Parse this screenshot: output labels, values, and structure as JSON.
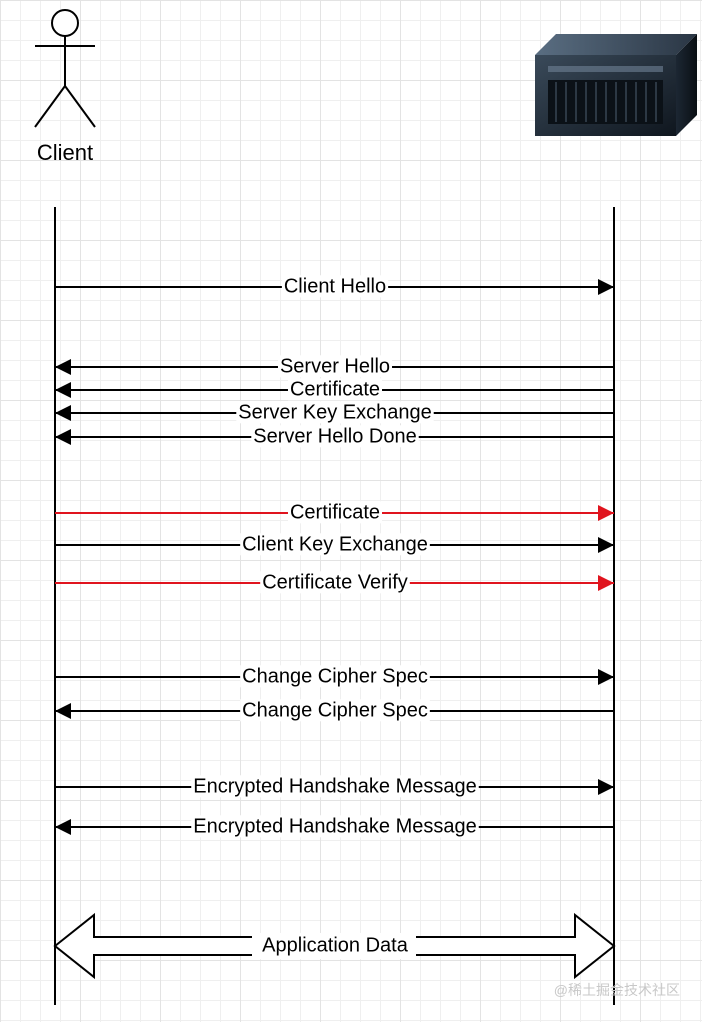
{
  "client": {
    "label": "Client"
  },
  "server": {
    "icon": "server-icon"
  },
  "colors": {
    "default": "#000000",
    "highlight": "#e0141e"
  },
  "messages": [
    {
      "label": "Client Hello",
      "direction": "right",
      "color": "#000000"
    },
    {
      "label": "Server Hello",
      "direction": "left",
      "color": "#000000"
    },
    {
      "label": "Certificate",
      "direction": "left",
      "color": "#000000"
    },
    {
      "label": "Server Key Exchange",
      "direction": "left",
      "color": "#000000"
    },
    {
      "label": "Server Hello Done",
      "direction": "left",
      "color": "#000000"
    },
    {
      "label": "Certificate",
      "direction": "right",
      "color": "#e0141e"
    },
    {
      "label": "Client Key Exchange",
      "direction": "right",
      "color": "#000000"
    },
    {
      "label": "Certificate Verify",
      "direction": "right",
      "color": "#e0141e"
    },
    {
      "label": "Change Cipher Spec",
      "direction": "right",
      "color": "#000000"
    },
    {
      "label": "Change Cipher Spec",
      "direction": "left",
      "color": "#000000"
    },
    {
      "label": "Encrypted Handshake Message",
      "direction": "right",
      "color": "#000000"
    },
    {
      "label": "Encrypted Handshake Message",
      "direction": "left",
      "color": "#000000"
    }
  ],
  "application_data": {
    "label": "Application Data",
    "direction": "both"
  },
  "watermark": "@稀土掘金技术社区"
}
